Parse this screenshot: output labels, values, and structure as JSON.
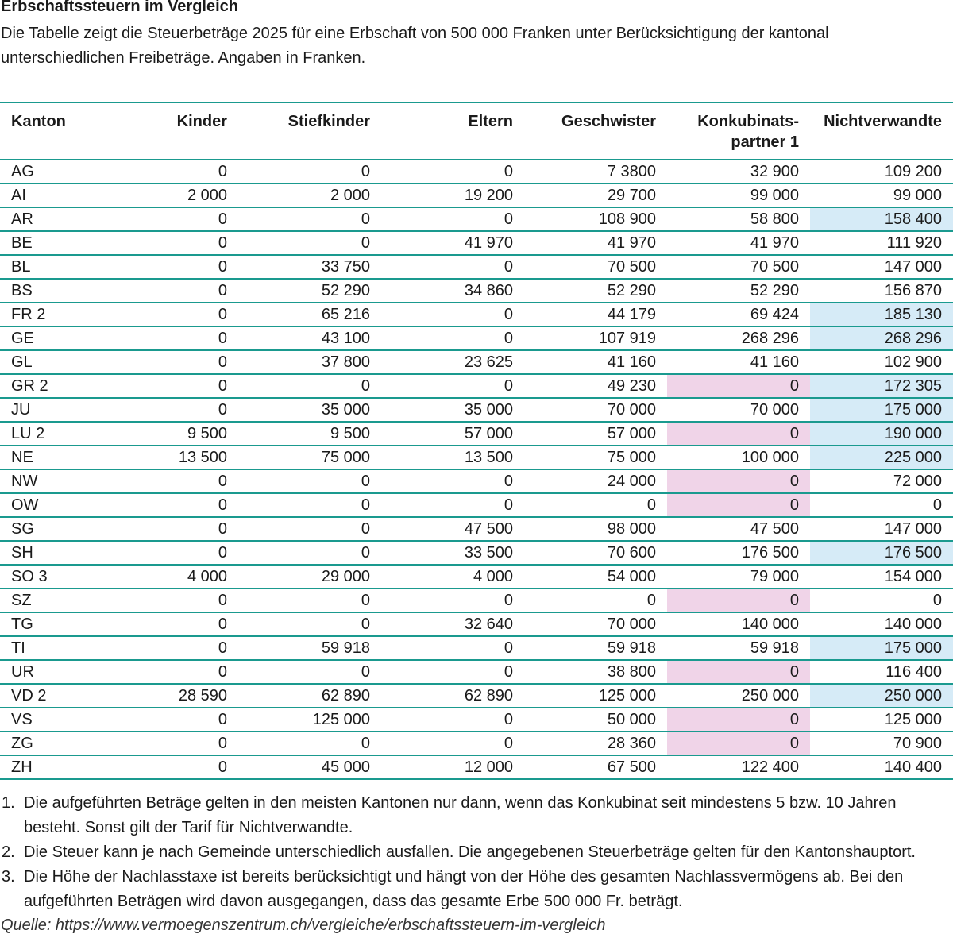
{
  "title": "Erbschaftssteuern im Vergleich",
  "subtitle": "Die Tabelle zeigt die Steuerbeträge 2025 für eine Erbschaft von 500 000 Franken unter Berücksichtigung der kantonal unterschiedlichen Freibeträge. Angaben in Franken.",
  "colors": {
    "rule": "#1a9a8f",
    "pink": "#f0d4e8",
    "blue": "#d6ebf7"
  },
  "chart_data": {
    "type": "table",
    "columns": [
      "Kanton",
      "Kinder",
      "Stiefkinder",
      "Eltern",
      "Geschwister",
      "Konkubinats-\npartner 1",
      "Nichtverwandte"
    ],
    "rows": [
      {
        "cells": [
          "AG",
          "0",
          "0",
          "0",
          "7 3800",
          "32 900",
          "109 200"
        ],
        "pink": false,
        "blue": false
      },
      {
        "cells": [
          "AI",
          "2 000",
          "2 000",
          "19 200",
          "29 700",
          "99 000",
          "99 000"
        ],
        "pink": false,
        "blue": false
      },
      {
        "cells": [
          "AR",
          "0",
          "0",
          "0",
          "108 900",
          "58 800",
          "158 400"
        ],
        "pink": false,
        "blue": true
      },
      {
        "cells": [
          "BE",
          "0",
          "0",
          "41 970",
          "41 970",
          "41 970",
          "111 920"
        ],
        "pink": false,
        "blue": false
      },
      {
        "cells": [
          "BL",
          "0",
          "33 750",
          "0",
          "70 500",
          "70 500",
          "147 000"
        ],
        "pink": false,
        "blue": false
      },
      {
        "cells": [
          "BS",
          "0",
          "52 290",
          "34 860",
          "52 290",
          "52 290",
          "156 870"
        ],
        "pink": false,
        "blue": false
      },
      {
        "cells": [
          "FR 2",
          "0",
          "65 216",
          "0",
          "44 179",
          "69 424",
          "185 130"
        ],
        "pink": false,
        "blue": true
      },
      {
        "cells": [
          "GE",
          "0",
          "43 100",
          "0",
          "107 919",
          "268 296",
          "268 296"
        ],
        "pink": false,
        "blue": true
      },
      {
        "cells": [
          "GL",
          "0",
          "37 800",
          "23 625",
          "41 160",
          "41 160",
          "102 900"
        ],
        "pink": false,
        "blue": false
      },
      {
        "cells": [
          "GR 2",
          "0",
          "0",
          "0",
          "49 230",
          "0",
          "172 305"
        ],
        "pink": true,
        "blue": true
      },
      {
        "cells": [
          "JU",
          "0",
          "35 000",
          "35 000",
          "70 000",
          "70 000",
          "175 000"
        ],
        "pink": false,
        "blue": true
      },
      {
        "cells": [
          "LU 2",
          "9 500",
          "9 500",
          "57 000",
          "57 000",
          "0",
          "190 000"
        ],
        "pink": true,
        "blue": true
      },
      {
        "cells": [
          "NE",
          "13 500",
          "75 000",
          "13 500",
          "75 000",
          "100 000",
          "225 000"
        ],
        "pink": false,
        "blue": true
      },
      {
        "cells": [
          "NW",
          "0",
          "0",
          "0",
          "24 000",
          "0",
          "72 000"
        ],
        "pink": true,
        "blue": false
      },
      {
        "cells": [
          "OW",
          "0",
          "0",
          "0",
          "0",
          "0",
          "0"
        ],
        "pink": true,
        "blue": false
      },
      {
        "cells": [
          "SG",
          "0",
          "0",
          "47 500",
          "98 000",
          "47 500",
          "147 000"
        ],
        "pink": false,
        "blue": false
      },
      {
        "cells": [
          "SH",
          "0",
          "0",
          "33 500",
          "70 600",
          "176 500",
          "176 500"
        ],
        "pink": false,
        "blue": true
      },
      {
        "cells": [
          "SO 3",
          "4 000",
          "29 000",
          "4 000",
          "54 000",
          "79 000",
          "154 000"
        ],
        "pink": false,
        "blue": false
      },
      {
        "cells": [
          "SZ",
          "0",
          "0",
          "0",
          "0",
          "0",
          "0"
        ],
        "pink": true,
        "blue": false
      },
      {
        "cells": [
          "TG",
          "0",
          "0",
          "32 640",
          "70 000",
          "140 000",
          "140 000"
        ],
        "pink": false,
        "blue": false
      },
      {
        "cells": [
          "TI",
          "0",
          "59 918",
          "0",
          "59 918",
          "59 918",
          "175 000"
        ],
        "pink": false,
        "blue": true
      },
      {
        "cells": [
          "UR",
          "0",
          "0",
          "0",
          "38 800",
          "0",
          "116 400"
        ],
        "pink": true,
        "blue": false
      },
      {
        "cells": [
          "VD 2",
          "28 590",
          "62 890",
          "62 890",
          "125 000",
          "250 000",
          "250 000"
        ],
        "pink": false,
        "blue": true
      },
      {
        "cells": [
          "VS",
          "0",
          "125 000",
          "0",
          "50 000",
          "0",
          "125 000"
        ],
        "pink": true,
        "blue": false
      },
      {
        "cells": [
          "ZG",
          "0",
          "0",
          "0",
          "28 360",
          "0",
          "70 900"
        ],
        "pink": true,
        "blue": false
      },
      {
        "cells": [
          "ZH",
          "0",
          "45 000",
          "12 000",
          "67 500",
          "122 400",
          "140 400"
        ],
        "pink": false,
        "blue": false
      }
    ]
  },
  "notes": [
    {
      "num": "1.",
      "text": "Die aufgeführten Beträge gelten in den meisten Kantonen nur dann, wenn das Konkubinat seit mindestens 5 bzw. 10 Jahren besteht. Sonst gilt der Tarif für Nichtverwandte."
    },
    {
      "num": "2.",
      "text": "Die Steuer kann je nach Gemeinde unterschiedlich ausfallen. Die angegebenen Steuerbeträge gelten für den Kantonshauptort."
    },
    {
      "num": "3.",
      "text": "Die Höhe der Nachlasstaxe ist bereits berücksichtigt und hängt von der Höhe des gesamten Nachlassvermögens ab. Bei den aufgeführten Beträgen wird davon ausgegangen, dass das gesamte Erbe 500 000 Fr. beträgt."
    }
  ],
  "source": "Quelle: https://www.vermoegenszentrum.ch/vergleiche/erbschaftssteuern-im-vergleich"
}
